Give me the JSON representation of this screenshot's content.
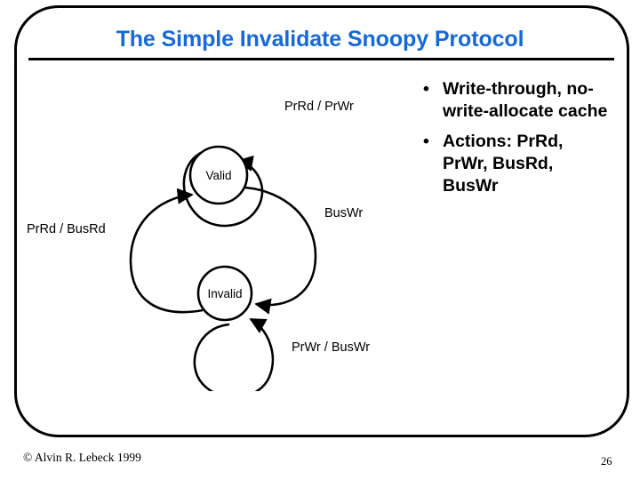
{
  "slide": {
    "title": "The Simple Invalidate Snoopy Protocol",
    "title_color": "#1569d8",
    "frame_color": "#000000"
  },
  "bullets": [
    {
      "marker": "•",
      "text": "Write-through, no-write-allocate cache"
    },
    {
      "marker": "•",
      "text": "Actions: PrRd, PrWr, BusRd, BusWr"
    }
  ],
  "diagram": {
    "type": "state-machine",
    "states": [
      {
        "id": "valid",
        "label": "Valid"
      },
      {
        "id": "invalid",
        "label": "Invalid"
      }
    ],
    "transitions": [
      {
        "id": "valid-self",
        "from": "valid",
        "to": "valid",
        "label": "PrRd / PrWr"
      },
      {
        "id": "valid-to-invalid",
        "from": "valid",
        "to": "invalid",
        "label": "BusWr"
      },
      {
        "id": "invalid-to-valid",
        "from": "invalid",
        "to": "valid",
        "label": "PrRd / BusRd"
      },
      {
        "id": "invalid-self",
        "from": "invalid",
        "to": "invalid",
        "label": "PrWr / BusWr"
      }
    ]
  },
  "footer": {
    "copyright": "© Alvin R. Lebeck 1999",
    "page_number": "26"
  }
}
